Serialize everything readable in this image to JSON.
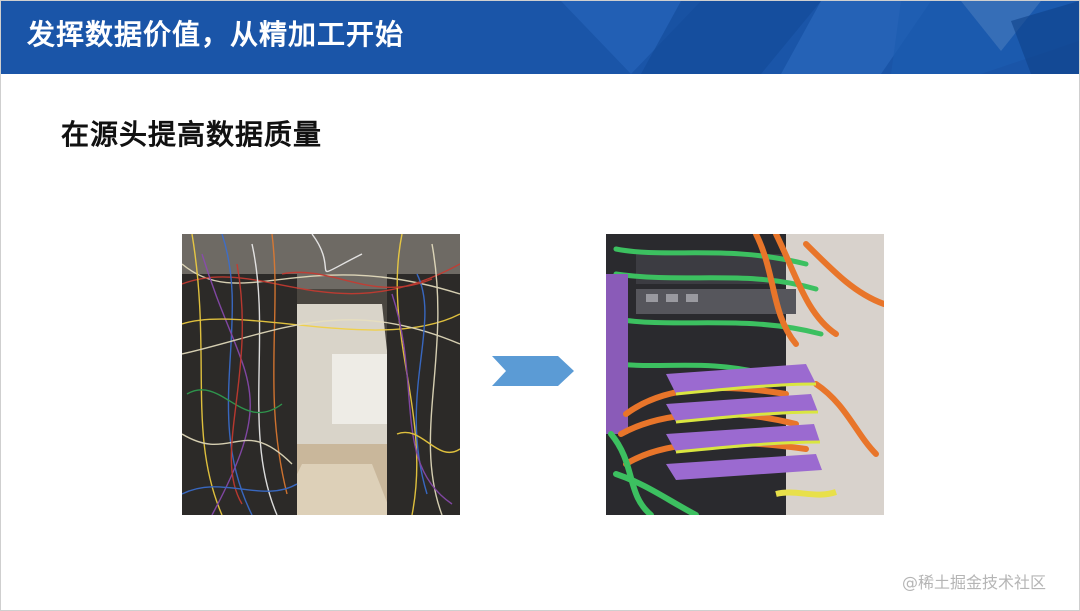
{
  "header": {
    "title": "发挥数据价值，从精加工开始"
  },
  "slide": {
    "subtitle": "在源头提高数据质量"
  },
  "images": {
    "before": "messy-cabling-photo",
    "after": "organized-cabling-photo"
  },
  "arrow": "chevron-right-arrow",
  "watermark": {
    "text": "@稀土掘金技术社区"
  },
  "colors": {
    "header_bg": "#1a55a8",
    "header_text": "#ffffff",
    "arrow_fill": "#5b9bd5",
    "subtitle_text": "#111111",
    "watermark_text": "#b5b5b5"
  }
}
